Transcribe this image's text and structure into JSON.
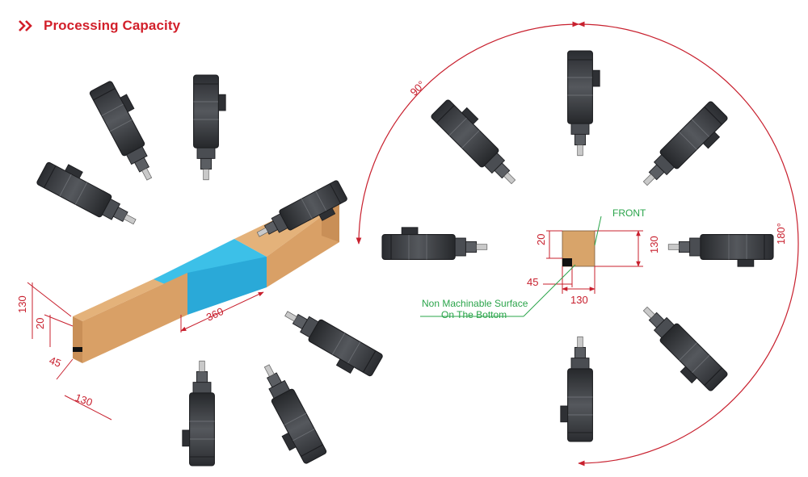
{
  "header": {
    "title": "Processing Capacity",
    "icon": "double-chevron-icon"
  },
  "colors": {
    "accent": "#d21f2a",
    "dimension": "#c8202e",
    "note": "#2aa44a",
    "workpiece": "#d8a46a",
    "machining_zone": "#2fb3df",
    "motor_body": "#3a3d42"
  },
  "left_view": {
    "dimensions": {
      "height": "130",
      "surface": "20",
      "offset": "45",
      "width": "130",
      "length": "360"
    }
  },
  "right_view": {
    "angles": {
      "quarter": "90°",
      "half": "180°"
    },
    "dimensions": {
      "top": "20",
      "right": "130",
      "left_bottom": "45",
      "bottom": "130"
    },
    "labels": {
      "front": "FRONT",
      "note_line1": "Non Machinable Surface",
      "note_line2": "On The Bottom"
    }
  }
}
